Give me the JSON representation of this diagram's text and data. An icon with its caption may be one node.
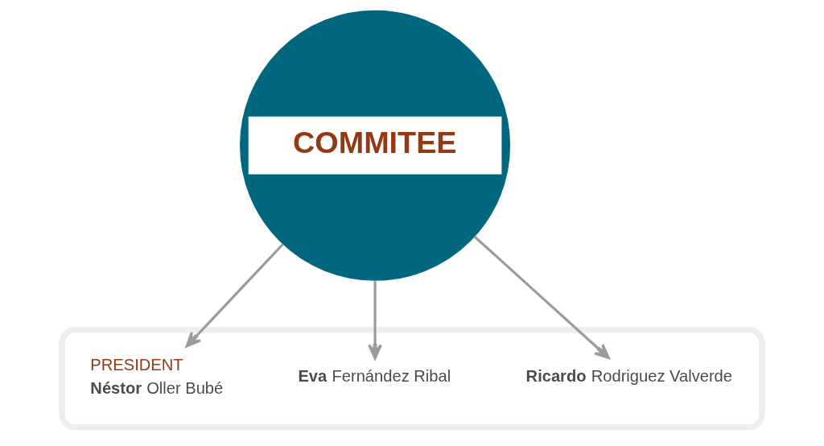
{
  "diagram": {
    "nodes": [
      {
        "text": [
          "COMMITEE"
        ]
      },
      {
        "text": [],
        "shape": "box"
      },
      {
        "text": [
          "PRESIDENT",
          "**Néstor** Oller Bubé"
        ],
        "in": 1
      },
      {
        "text": [
          "**Eva** Fernández Ribal"
        ],
        "in": 1
      },
      {
        "text": [
          "**Ricardo** Rodriguez Valverde"
        ],
        "in": 1
      }
    ],
    "edges": [
      {
        "from": 0,
        "to": 2,
        "arrow": "to"
      },
      {
        "from": 0,
        "to": 3,
        "arrow": "to"
      },
      {
        "from": 0,
        "to": 4,
        "arrow": "to"
      }
    ]
  }
}
